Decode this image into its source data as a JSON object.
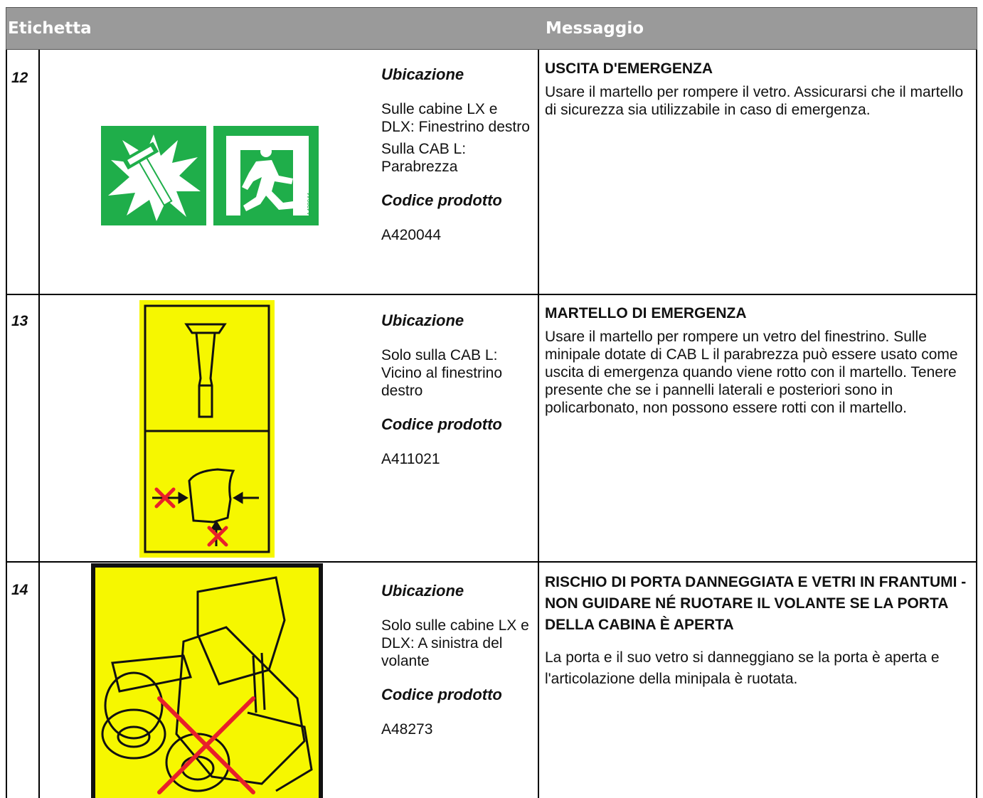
{
  "header": {
    "col_label": "Etichetta",
    "col_message": "Messaggio"
  },
  "rows": [
    {
      "number": "12",
      "location_heading": "Ubicazione",
      "location_lines": [
        "Sulle cabine LX e DLX: Finestrino destro",
        "Sulla CAB L: Parabrezza"
      ],
      "code_heading": "Codice prodotto",
      "code": "A420044",
      "title": "USCITA D'EMERGENZA",
      "text": "Usare il martello per rompere il vetro. Assicurarsi che il martello di sicurezza sia utilizzabile in caso di emergenza."
    },
    {
      "number": "13",
      "location_heading": "Ubicazione",
      "location_lines": [
        "Solo sulla CAB L: Vicino al finestrino destro"
      ],
      "code_heading": "Codice prodotto",
      "code": "A411021",
      "title": "MARTELLO DI EMERGENZA",
      "text": "Usare il martello per rompere un vetro del finestrino. Sulle minipale dotate di CAB L il parabrezza può essere usato come uscita di emergenza quando viene rotto con il martello. Tenere presente che se i pannelli laterali e posteriori sono in policarbonato, non possono essere rotti con il martello."
    },
    {
      "number": "14",
      "location_heading": "Ubicazione",
      "location_lines": [
        "Solo sulle cabine LX e DLX: A sinistra del volante"
      ],
      "code_heading": "Codice prodotto",
      "code": "A48273",
      "title": "RISCHIO DI PORTA DANNEGGIATA E VETRI IN FRANTUMI - NON GUIDARE NÉ RUOTARE IL VOLANTE SE LA PORTA DELLA CABINA È APERTA",
      "text": "La porta e il suo vetro si danneggiano se la porta è aperta e l'articolazione della minipala è ruotata."
    }
  ],
  "colors": {
    "header_bg": "#9a9a9a",
    "green": "#1fae4a",
    "yellow": "#f6f700",
    "red": "#e8202a"
  }
}
